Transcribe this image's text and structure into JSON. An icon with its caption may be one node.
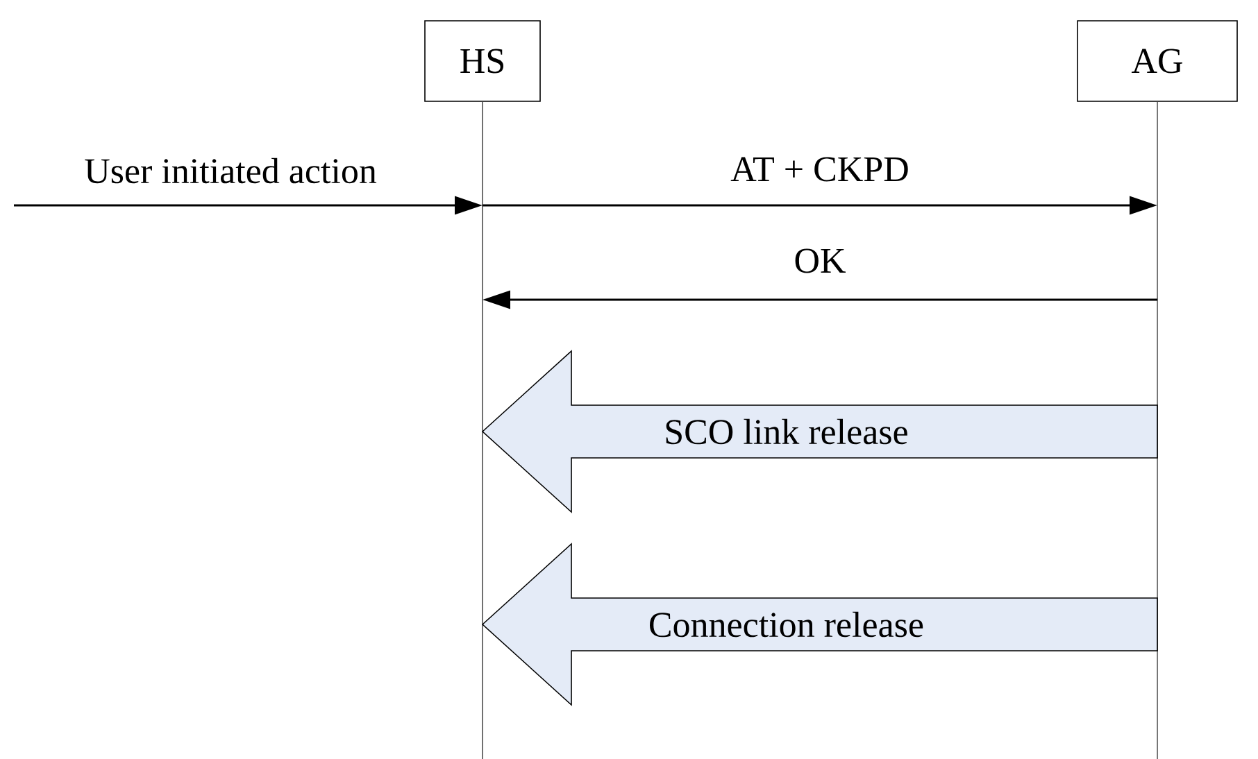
{
  "diagram": {
    "nodes": [
      {
        "text": [
          "HS"
        ]
      },
      {
        "text": [
          "AG"
        ]
      }
    ],
    "edges": [
      {
        "from": null,
        "to": 0,
        "arrow": "to",
        "label": "User initiated action"
      },
      {
        "from": 0,
        "to": 1,
        "arrow": "to",
        "label": "AT + CKPD"
      },
      {
        "from": 1,
        "to": 0,
        "arrow": "to",
        "label": "OK"
      },
      {
        "from": 1,
        "to": 0,
        "arrow": "to",
        "label": "SCO link release",
        "color": "#e4ebf7"
      },
      {
        "from": 1,
        "to": 0,
        "arrow": "to",
        "label": "Connection release",
        "color": "#e4ebf7"
      }
    ]
  }
}
